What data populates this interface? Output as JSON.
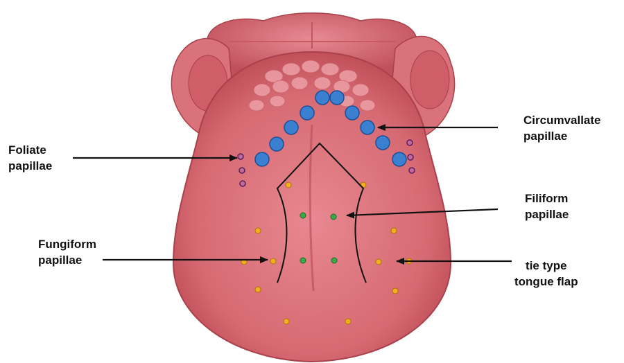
{
  "labels": {
    "foliate": {
      "line1": "Foliate",
      "line2": "papillae"
    },
    "circumvallate": {
      "line1": "Circumvallate",
      "line2": "papillae"
    },
    "filiform": {
      "line1": "Filiform",
      "line2": "papillae"
    },
    "fungiform": {
      "line1": "Fungiform",
      "line2": "papillae"
    },
    "tie_flap": {
      "line1": "tie type",
      "line2": "tongue flap"
    }
  },
  "colors": {
    "tongue": "#d96b74",
    "tongue_dark": "#b8434f",
    "circumvallate_dot": "#3b7fd0",
    "foliate_dot": "#7a2f7a",
    "fungiform_dot": "#f0b020",
    "filiform_dot": "#3aa844",
    "arrow": "#111111"
  }
}
